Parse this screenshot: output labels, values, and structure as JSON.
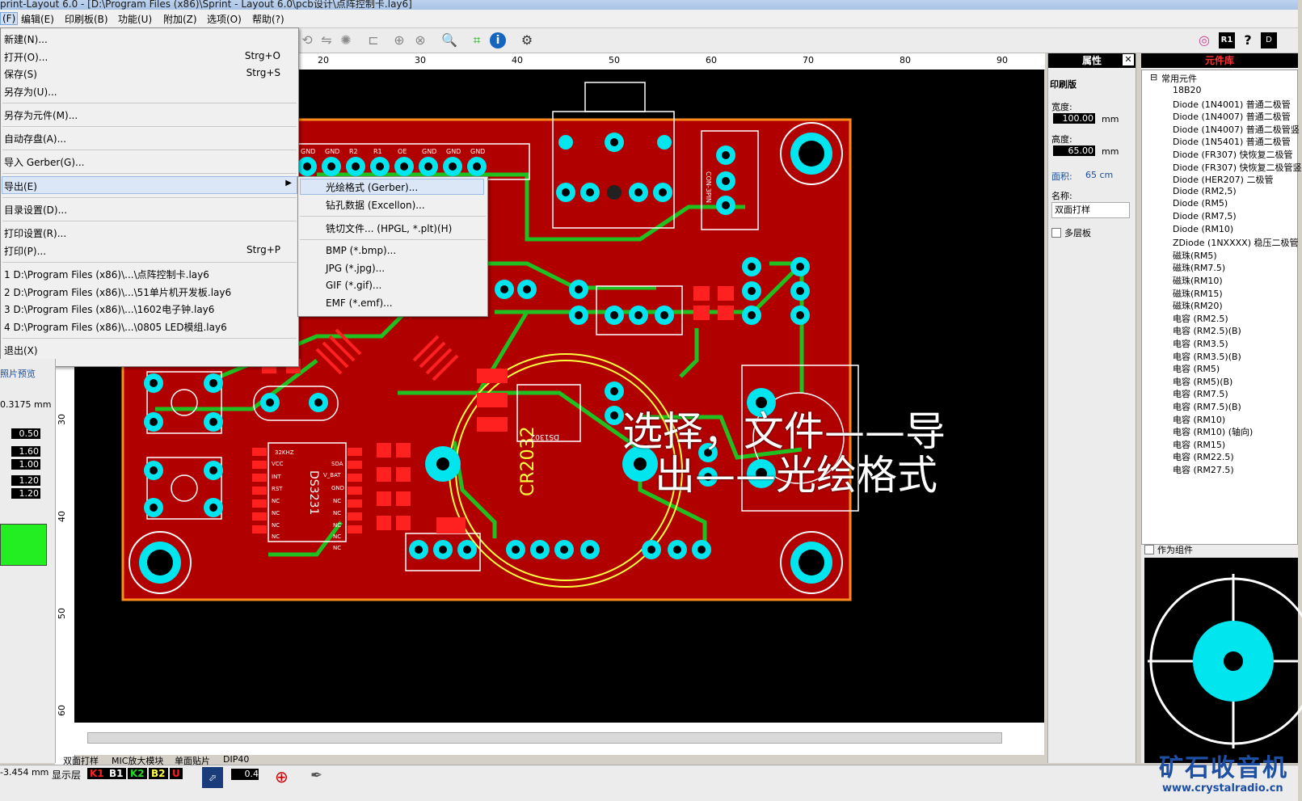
{
  "window": {
    "title": "print-Layout 6.0 - [D:\\Program Files (x86)\\Sprint - Layout 6.0\\pcb设计\\点阵控制卡.lay6]"
  },
  "menubar": {
    "items": [
      "(F)",
      "编辑(E)",
      "印刷板(B)",
      "功能(U)",
      "附加(Z)",
      "选项(O)",
      "帮助(?)"
    ]
  },
  "file_menu": {
    "items": [
      {
        "label": "新建(N)...",
        "shortcut": ""
      },
      {
        "label": "打开(O)...",
        "shortcut": "Strg+O"
      },
      {
        "label": "保存(S)",
        "shortcut": "Strg+S"
      },
      {
        "label": "另存为(U)...",
        "shortcut": ""
      },
      {
        "label": "另存为元件(M)...",
        "shortcut": ""
      },
      {
        "label": "自动存盘(A)...",
        "shortcut": ""
      },
      {
        "label": "导入 Gerber(G)...",
        "shortcut": ""
      },
      {
        "label": "导出(E)",
        "shortcut": ""
      },
      {
        "label": "目录设置(D)...",
        "shortcut": ""
      },
      {
        "label": "打印设置(R)...",
        "shortcut": ""
      },
      {
        "label": "打印(P)...",
        "shortcut": "Strg+P"
      },
      {
        "label": "1 D:\\Program Files (x86)\\...\\点阵控制卡.lay6",
        "shortcut": ""
      },
      {
        "label": "2 D:\\Program Files (x86)\\...\\51单片机开发板.lay6",
        "shortcut": ""
      },
      {
        "label": "3 D:\\Program Files (x86)\\...\\1602电子钟.lay6",
        "shortcut": ""
      },
      {
        "label": "4 D:\\Program Files (x86)\\...\\0805 LED模组.lay6",
        "shortcut": ""
      },
      {
        "label": "退出(X)",
        "shortcut": ""
      }
    ]
  },
  "export_submenu": {
    "items": [
      "光绘格式 (Gerber)...",
      "钻孔数据 (Excellon)...",
      "铣切文件... (HPGL, *.plt)(H)",
      "BMP (*.bmp)...",
      "JPG (*.jpg)...",
      "GIF (*.gif)...",
      "EMF (*.emf)..."
    ]
  },
  "ruler_top": {
    "labels": [
      "20",
      "30",
      "40",
      "50",
      "60",
      "70",
      "80",
      "90"
    ]
  },
  "ruler_left": {
    "labels": [
      "30",
      "40",
      "50",
      "60"
    ]
  },
  "left_panel": {
    "photo_preview": "照片预览",
    "grid": "0.3175 mm",
    "v1": "0.50",
    "v2": "1.60",
    "v3": "1.00",
    "v4": "1.20",
    "v5": "1.20",
    "coord": "-3.454 mm"
  },
  "properties": {
    "header": "属性",
    "section": "印刷版",
    "width_label": "宽度:",
    "width_value": "100.00",
    "width_unit": "mm",
    "height_label": "高度:",
    "height_value": "65.00",
    "height_unit": "mm",
    "area_label": "面积:",
    "area_value": "65 cm",
    "name_label": "名称:",
    "name_value": "双面打样",
    "multilayer": "多层板"
  },
  "library": {
    "header": "元件库",
    "root": "常用元件",
    "items": [
      "18B20",
      "Diode (1N4001) 普通二极管",
      "Diode (1N4007) 普通二极管",
      "Diode (1N4007) 普通二极管竖",
      "Diode (1N5401) 普通二极管",
      "Diode (FR307) 快恢复二极管",
      "Diode (FR307) 快恢复二极管竖",
      "Diode (HER207) 二极管",
      "Diode (RM2,5)",
      "Diode (RM5)",
      "Diode (RM7,5)",
      "Diode (RM10)",
      "ZDiode (1NXXXX) 稳压二极管",
      "磁珠(RM5)",
      "磁珠(RM7.5)",
      "磁珠(RM10)",
      "磁珠(RM15)",
      "磁珠(RM20)",
      "电容 (RM2.5)",
      "电容 (RM2.5)(B)",
      "电容 (RM3.5)",
      "电容 (RM3.5)(B)",
      "电容 (RM5)",
      "电容 (RM5)(B)",
      "电容 (RM7.5)",
      "电容 (RM7.5)(B)",
      "电容 (RM10)",
      "电容 (RM10) (轴向)",
      "电容 (RM15)",
      "电容 (RM22.5)",
      "电容 (RM27.5)"
    ],
    "as_component": "作为组件"
  },
  "tabs": [
    "双面打样",
    "MIC放大模块",
    "单面贴片",
    "DIP40"
  ],
  "statusbar": {
    "show_layer": "显示层",
    "layers": [
      {
        "name": "K1",
        "color": "#ff2020"
      },
      {
        "name": "B1",
        "color": "#ffffff"
      },
      {
        "name": "K2",
        "color": "#22dd22"
      },
      {
        "name": "B2",
        "color": "#ffff40"
      },
      {
        "name": "U",
        "color": "#ff2020"
      }
    ],
    "zoom": "0.4"
  },
  "annotation": {
    "line1": "选择，文件——导",
    "line2": "出——光绘格式"
  },
  "pcb": {
    "chip_label": "DS3231",
    "battery_label": "CR2032",
    "rtc_label": "DS1302",
    "pins_top": [
      "GND",
      "GND",
      "R2",
      "R1",
      "OE",
      "GND",
      "GND",
      "GND"
    ],
    "chip_pins_left": [
      "32KHZ",
      "VCC",
      "INT",
      "RST",
      "NC",
      "NC",
      "NC",
      "NC"
    ],
    "chip_pins_right": [
      "SDA",
      "V_BAT",
      "GND",
      "NC",
      "NC",
      "NC",
      "NC",
      "NC"
    ],
    "connector": "CON-3PIN"
  },
  "watermark": {
    "logo": "矿石收音机",
    "url": "www.crystalradio.cn"
  },
  "colors": {
    "board": "#b00000",
    "trace": "#20c020",
    "pad": "#00e5ee",
    "silk": "#ffff40"
  }
}
